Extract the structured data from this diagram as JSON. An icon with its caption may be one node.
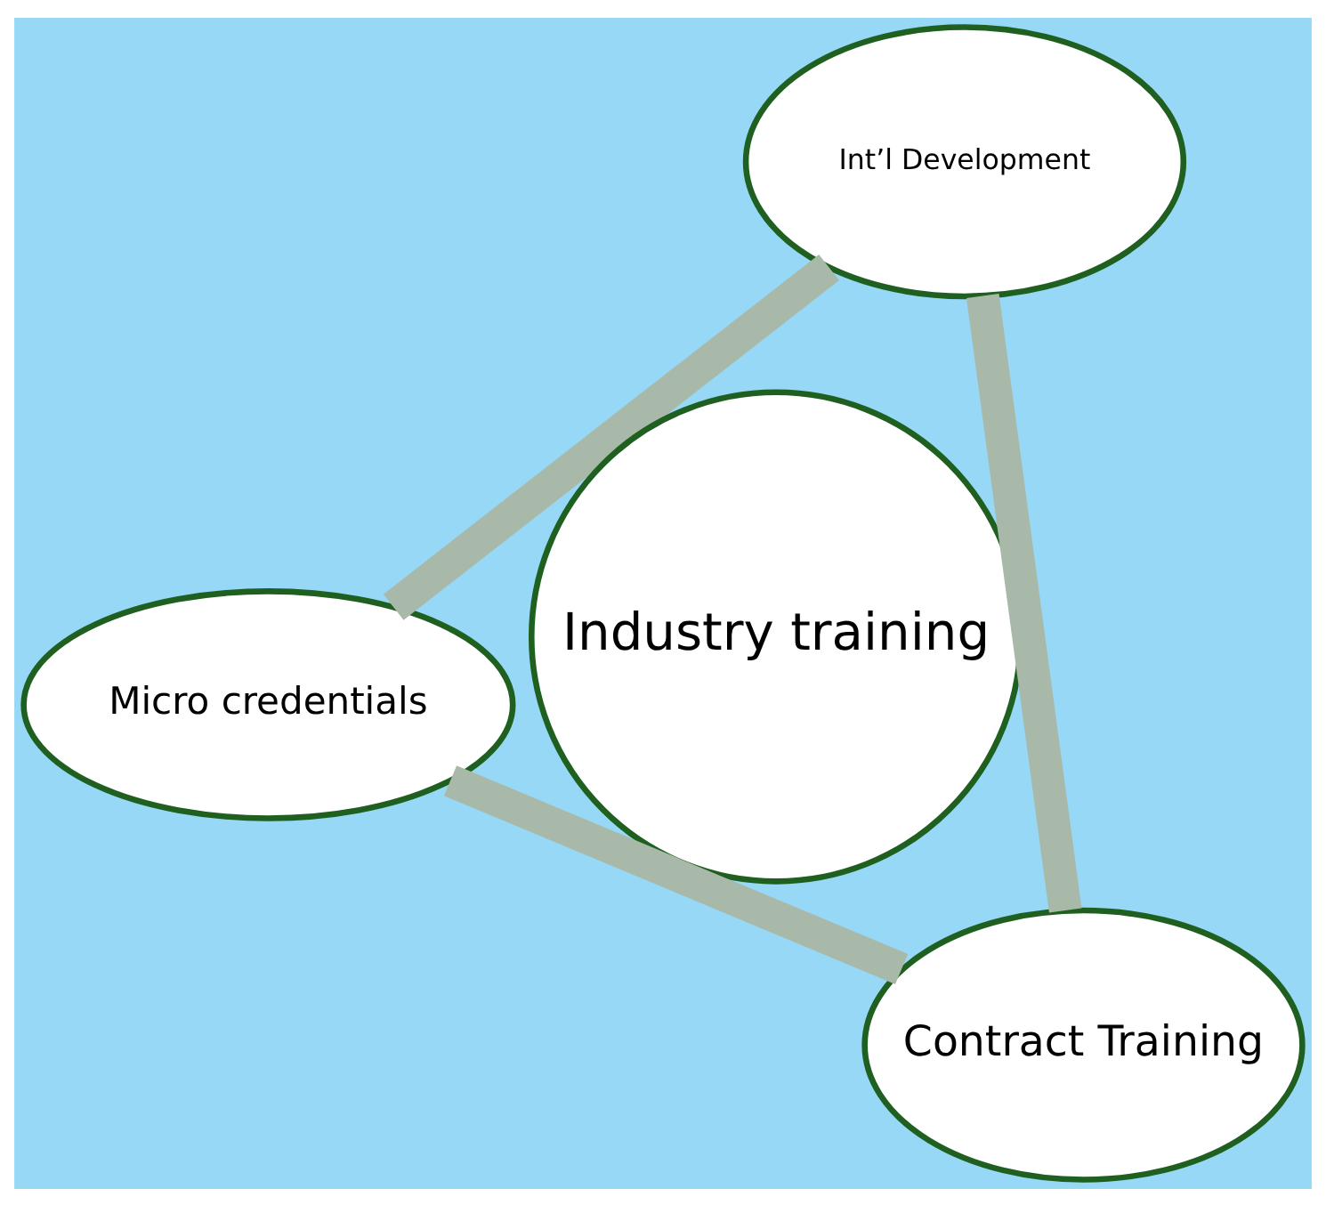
{
  "diagram": {
    "nodes": [
      {
        "text": [
          "Micro credentials"
        ]
      },
      {
        "text": [
          "Industry training"
        ]
      },
      {
        "text": [
          "Contract Training"
        ]
      },
      {
        "text": [
          "Int’l Development"
        ]
      }
    ],
    "edges": [
      {
        "from": 0,
        "to": 3,
        "arrow": "none"
      },
      {
        "from": 3,
        "to": 2,
        "arrow": "none"
      },
      {
        "from": 2,
        "to": 0,
        "arrow": "none"
      }
    ]
  }
}
